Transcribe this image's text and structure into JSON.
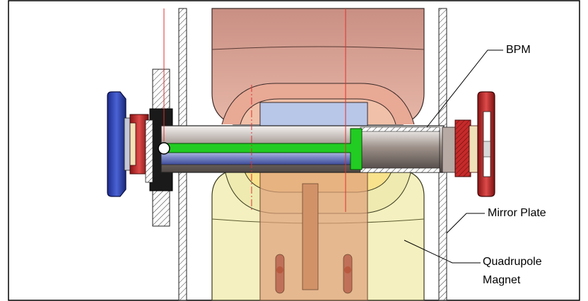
{
  "labels": {
    "bpm": "BPM",
    "mirror_plate": "Mirror Plate",
    "quadrupole_line1": "Quadrupole",
    "quadrupole_line2": "Magnet"
  },
  "colors": {
    "magnet_upper": "#c89a8c",
    "magnet_lower": "#f2efb8",
    "flange_blue": "#2438a8",
    "flange_red": "#b52020",
    "bpm_green": "#22cc22",
    "beam_line": "#e03030"
  }
}
